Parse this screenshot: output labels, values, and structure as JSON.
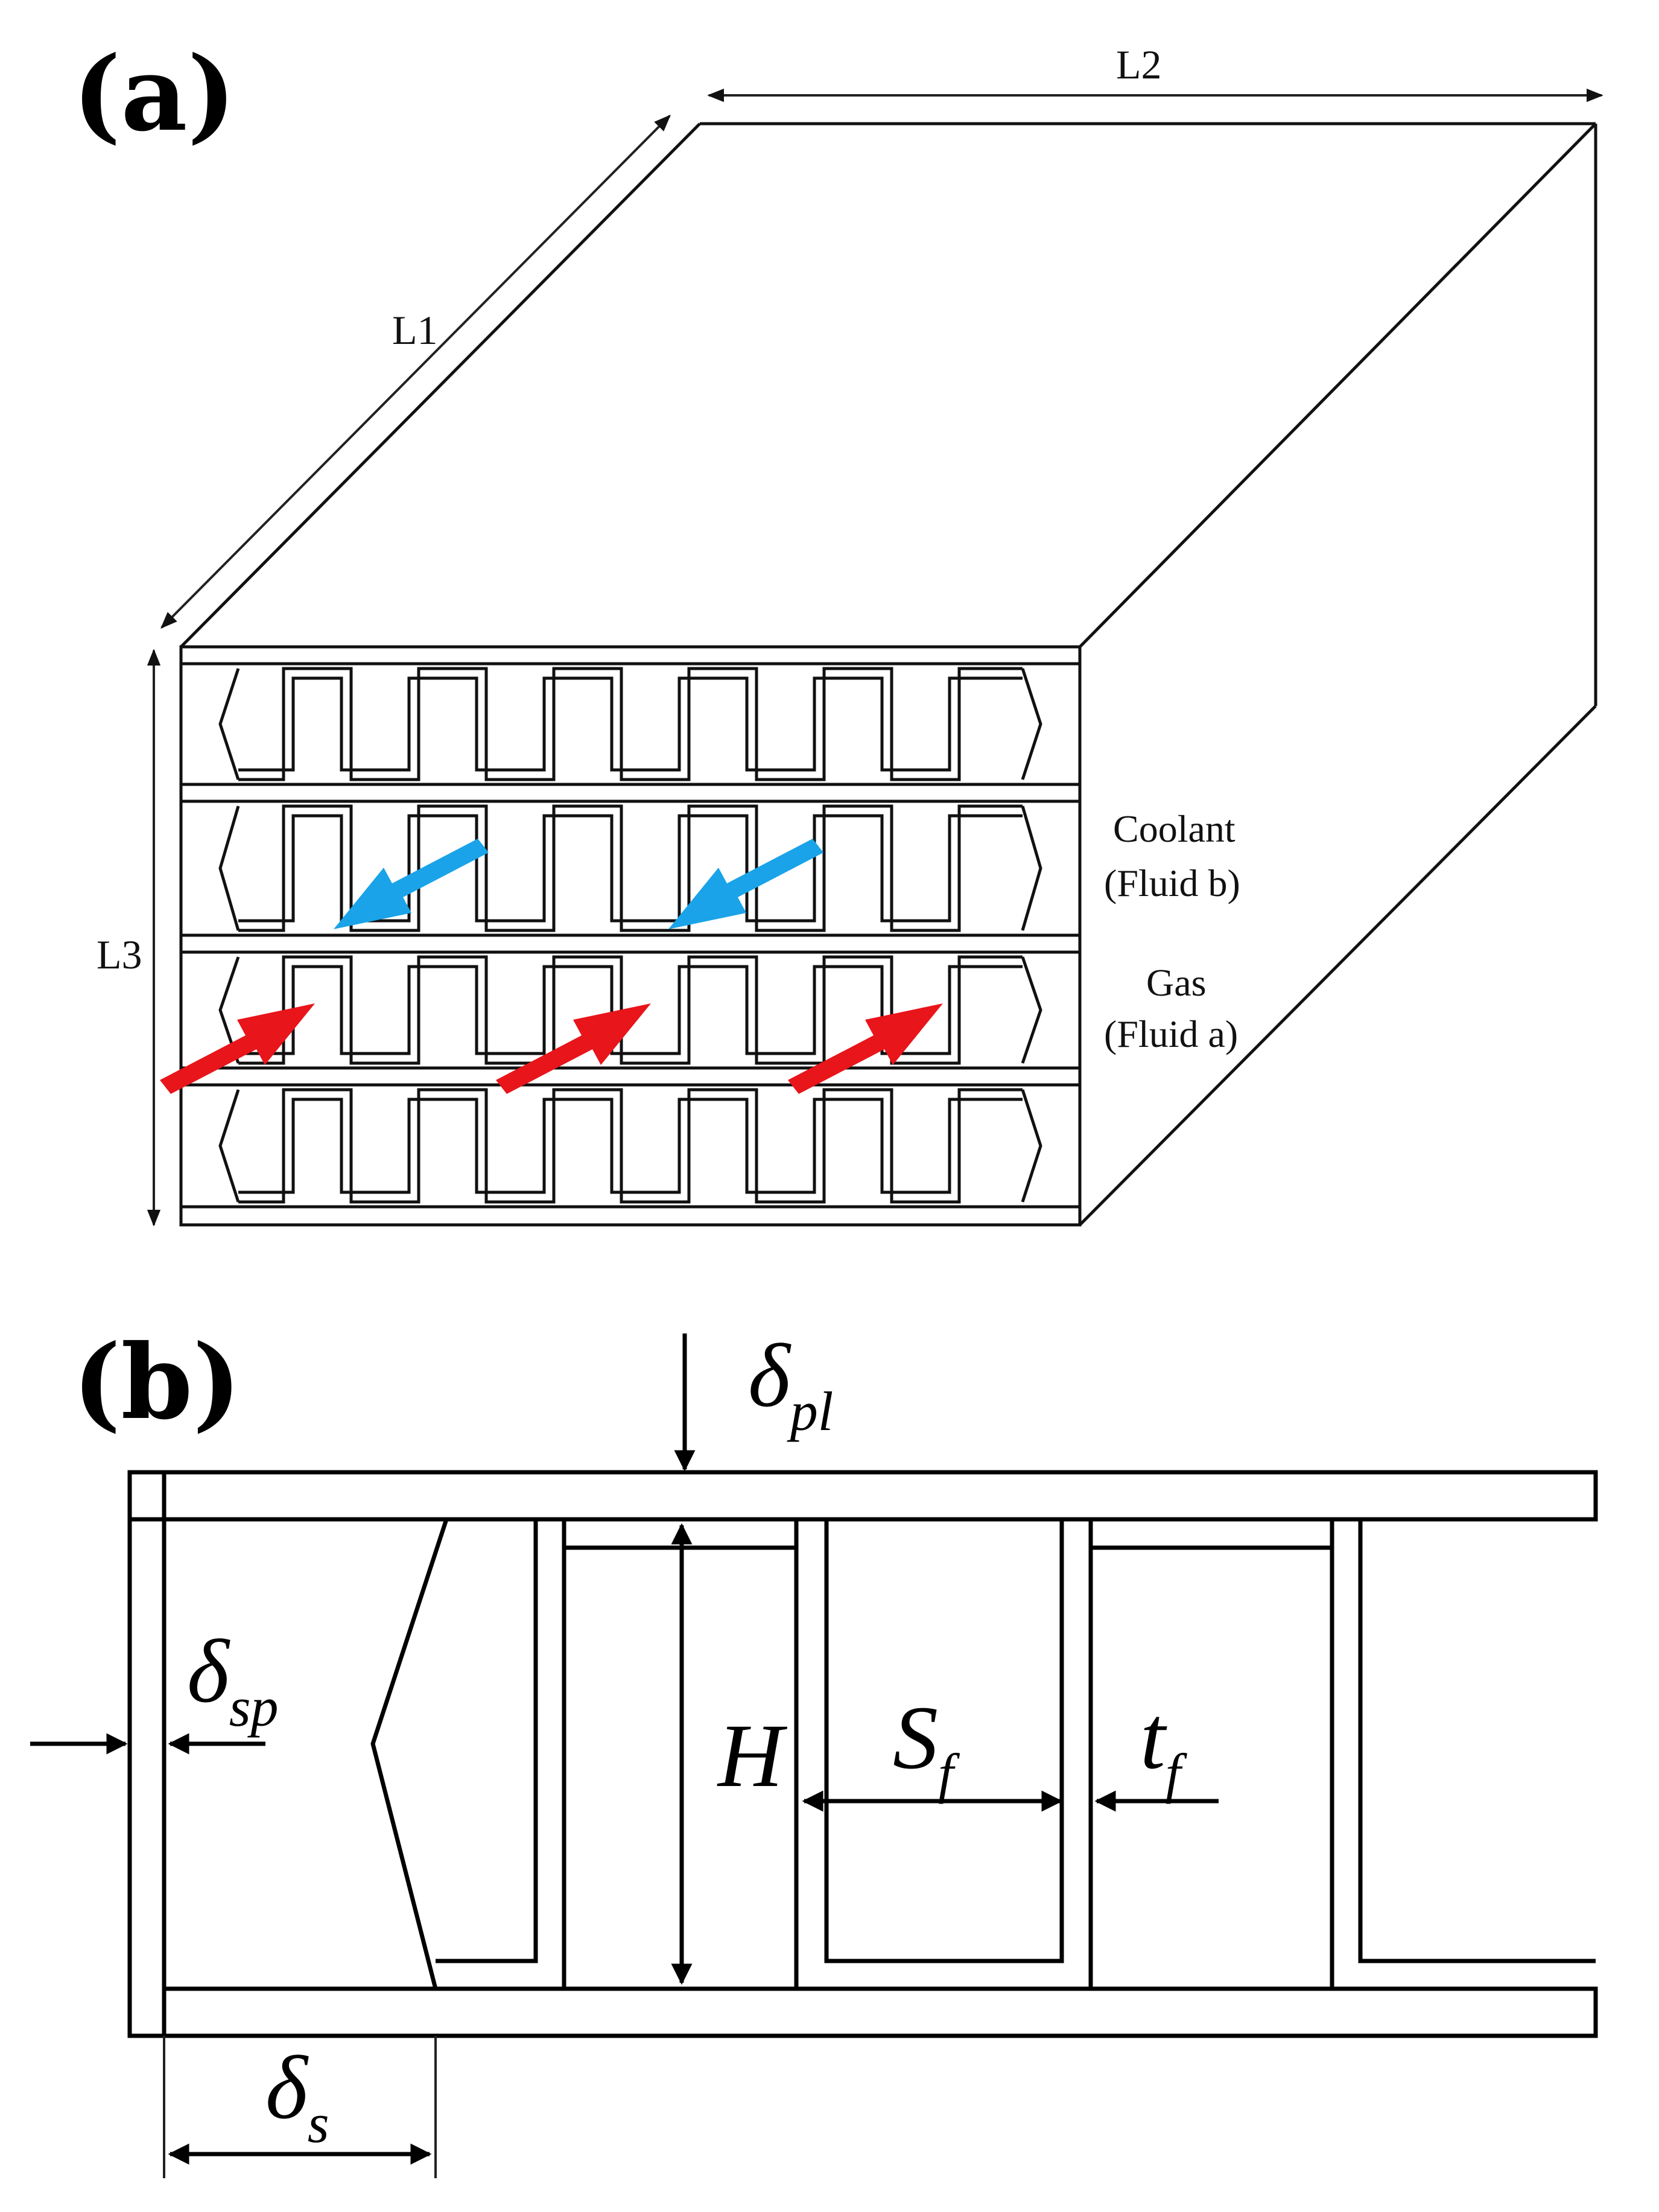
{
  "panel_a": {
    "label": "(a)",
    "dimensions": {
      "l1": "L1",
      "l2": "L2",
      "l3": "L3"
    },
    "coolant": {
      "line1": "Coolant",
      "line2": "(Fluid b)"
    },
    "gas": {
      "line1": "Gas",
      "line2": "(Fluid a)"
    },
    "colors": {
      "coolant_arrow": "#1aa3e8",
      "gas_arrow": "#e8151a"
    }
  },
  "panel_b": {
    "label": "(b)",
    "plate_thickness": {
      "sym": "δ",
      "sub": "pl"
    },
    "side_plate_thickness": {
      "sym": "δ",
      "sub": "sp"
    },
    "fin_height": {
      "sym": "H"
    },
    "fin_spacing": {
      "sym": "S",
      "sub": "f"
    },
    "fin_thickness": {
      "sym": "t",
      "sub": "f"
    },
    "side_bar": {
      "sym": "δ",
      "sub": "s"
    }
  }
}
